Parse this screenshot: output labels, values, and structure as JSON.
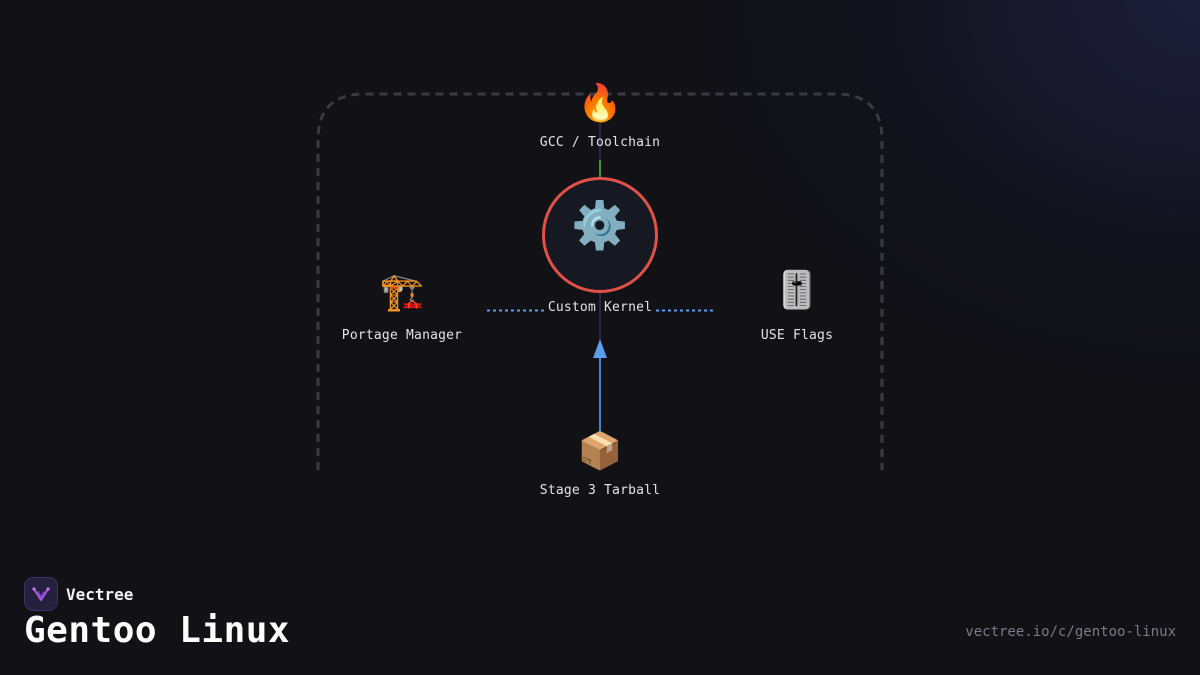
{
  "diagram": {
    "center": {
      "label": "Custom Kernel",
      "icon": "gear-icon",
      "glyph": "⚙️",
      "ring_color": "#e0514a"
    },
    "nodes": [
      {
        "id": "toolchain",
        "label": "GCC / Toolchain",
        "icon": "fire-icon",
        "glyph": "🔥"
      },
      {
        "id": "portage",
        "label": "Portage Manager",
        "icon": "crane-icon",
        "glyph": "🏗️"
      },
      {
        "id": "use-flags",
        "label": "USE Flags",
        "icon": "control-knobs-icon",
        "glyph": "🎚️"
      },
      {
        "id": "stage3",
        "label": "Stage 3 Tarball",
        "icon": "package-icon",
        "glyph": "📦"
      }
    ],
    "edges": [
      {
        "from": "toolchain",
        "to": "center",
        "style": "solid",
        "color": "#5b9df0",
        "accent": "#3fbf5a"
      },
      {
        "from": "stage3",
        "to": "center",
        "style": "solid",
        "color": "#5b9df0"
      },
      {
        "from": "portage",
        "to": "center",
        "style": "dotted",
        "color": "#5b9df0"
      },
      {
        "from": "use-flags",
        "to": "center",
        "style": "dotted",
        "color": "#5b9df0"
      }
    ]
  },
  "brand": {
    "name": "Vectree",
    "logo_icon": "vectree-logo-icon"
  },
  "footer": {
    "title": "Gentoo Linux",
    "url": "vectree.io/c/gentoo-linux"
  }
}
